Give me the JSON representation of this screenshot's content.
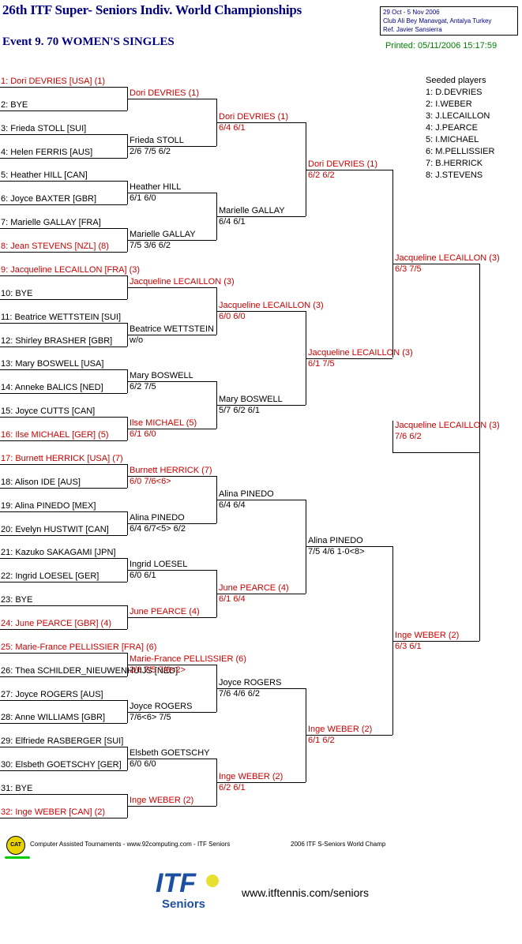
{
  "header": {
    "title": "26th ITF Super- Seniors Indiv. World Championships",
    "event": "Event 9. 70 WOMEN'S SINGLES",
    "info": [
      "29 Oct - 5 Nov 2006",
      "Club Ali Bey Manavgat, Antalya   Turkey",
      "Ref. Javier Sansierra"
    ],
    "printed": "Printed: 05/11/2006 15:17:59"
  },
  "seeded": {
    "title": "Seeded players",
    "players": [
      "1: D.DEVRIES",
      "2: I.WEBER",
      "3: J.LECAILLON",
      "4: J.PEARCE",
      "5: I.MICHAEL",
      "6: M.PELLISSIER",
      "7: B.HERRICK",
      "8: J.STEVENS"
    ]
  },
  "round1": [
    {
      "name": "1: Dori DEVRIES [USA] (1)",
      "seeded": true
    },
    {
      "name": "2: BYE",
      "seeded": false
    },
    {
      "name": "3: Frieda STOLL [SUI]",
      "seeded": false
    },
    {
      "name": "4: Helen FERRIS [AUS]",
      "seeded": false
    },
    {
      "name": "5: Heather HILL [CAN]",
      "seeded": false
    },
    {
      "name": "6: Joyce BAXTER [GBR]",
      "seeded": false
    },
    {
      "name": "7: Marielle GALLAY [FRA]",
      "seeded": false
    },
    {
      "name": "8: Jean STEVENS [NZL] (8)",
      "seeded": true
    },
    {
      "name": "9: Jacqueline LECAILLON [FRA] (3)",
      "seeded": true
    },
    {
      "name": "10: BYE",
      "seeded": false
    },
    {
      "name": "11: Beatrice WETTSTEIN [SUI]",
      "seeded": false
    },
    {
      "name": "12: Shirley BRASHER [GBR]",
      "seeded": false
    },
    {
      "name": "13: Mary BOSWELL [USA]",
      "seeded": false
    },
    {
      "name": "14: Anneke BALICS [NED]",
      "seeded": false
    },
    {
      "name": "15: Joyce CUTTS [CAN]",
      "seeded": false
    },
    {
      "name": "16: Ilse MICHAEL [GER] (5)",
      "seeded": true
    },
    {
      "name": "17: Burnett HERRICK [USA] (7)",
      "seeded": true
    },
    {
      "name": "18: Alison IDE [AUS]",
      "seeded": false
    },
    {
      "name": "19: Alina PINEDO [MEX]",
      "seeded": false
    },
    {
      "name": "20: Evelyn HUSTWIT [CAN]",
      "seeded": false
    },
    {
      "name": "21: Kazuko SAKAGAMI [JPN]",
      "seeded": false
    },
    {
      "name": "22: Ingrid LOESEL [GER]",
      "seeded": false
    },
    {
      "name": "23: BYE",
      "seeded": false
    },
    {
      "name": "24: June PEARCE [GBR] (4)",
      "seeded": true
    },
    {
      "name": "25: Marie-France PELLISSIER [FRA] (6)",
      "seeded": true
    },
    {
      "name": "26: Thea SCHILDER_NIEUWENHUIJS [NED]",
      "seeded": false
    },
    {
      "name": "27: Joyce ROGERS [AUS]",
      "seeded": false
    },
    {
      "name": "28: Anne WILLIAMS [GBR]",
      "seeded": false
    },
    {
      "name": "29: Elfriede RASBERGER [SUI]",
      "seeded": false
    },
    {
      "name": "30: Elsbeth GOETSCHY [GER]",
      "seeded": false
    },
    {
      "name": "31: BYE",
      "seeded": false
    },
    {
      "name": "32: Inge WEBER [CAN] (2)",
      "seeded": true
    }
  ],
  "round2": [
    {
      "name": "Dori DEVRIES (1)",
      "score": "",
      "seeded": true
    },
    {
      "name": "Frieda STOLL",
      "score": "2/6 7/5 6/2",
      "seeded": false
    },
    {
      "name": "Heather HILL",
      "score": "6/1 6/0",
      "seeded": false
    },
    {
      "name": "Marielle GALLAY",
      "score": "7/5 3/6 6/2",
      "seeded": false
    },
    {
      "name": "Jacqueline LECAILLON (3)",
      "score": "",
      "seeded": true
    },
    {
      "name": "Beatrice WETTSTEIN",
      "score": "w/o",
      "seeded": false
    },
    {
      "name": "Mary BOSWELL",
      "score": "6/2 7/5",
      "seeded": false
    },
    {
      "name": "Ilse MICHAEL (5)",
      "score": "6/1 6/0",
      "seeded": true
    },
    {
      "name": "Burnett HERRICK (7)",
      "score": "6/0 7/6<6>",
      "seeded": true
    },
    {
      "name": "Alina PINEDO",
      "score": "6/4 6/7<5> 6/2",
      "seeded": false
    },
    {
      "name": "Ingrid LOESEL",
      "score": "6/0 6/1",
      "seeded": false
    },
    {
      "name": "June PEARCE (4)",
      "score": "",
      "seeded": true
    },
    {
      "name": "Marie-France PELLISSIER (6)",
      "score": "2/6 7/5 7/6<2>",
      "seeded": true
    },
    {
      "name": "Joyce ROGERS",
      "score": "7/6<6> 7/5",
      "seeded": false
    },
    {
      "name": "Elsbeth GOETSCHY",
      "score": "6/0 6/0",
      "seeded": false
    },
    {
      "name": "Inge WEBER (2)",
      "score": "",
      "seeded": true
    }
  ],
  "round3": [
    {
      "name": "Dori DEVRIES (1)",
      "score": "6/4 6/1",
      "seeded": true
    },
    {
      "name": "Marielle GALLAY",
      "score": "6/4 6/1",
      "seeded": false
    },
    {
      "name": "Jacqueline LECAILLON (3)",
      "score": "6/0 6/0",
      "seeded": true
    },
    {
      "name": "Mary BOSWELL",
      "score": "5/7 6/2 6/1",
      "seeded": false
    },
    {
      "name": "Alina PINEDO",
      "score": "6/4 6/4",
      "seeded": false
    },
    {
      "name": "June PEARCE (4)",
      "score": "6/1 6/4",
      "seeded": true
    },
    {
      "name": "Joyce ROGERS",
      "score": "7/6 4/6 6/2",
      "seeded": false
    },
    {
      "name": "Inge WEBER (2)",
      "score": "6/2 6/1",
      "seeded": true
    }
  ],
  "round4": [
    {
      "name": "Dori DEVRIES (1)",
      "score": "6/2 6/2",
      "seeded": true
    },
    {
      "name": "Jacqueline LECAILLON (3)",
      "score": "6/1 7/5",
      "seeded": true
    },
    {
      "name": "Alina PINEDO",
      "score": "7/5 4/6 1-0<8>",
      "seeded": false
    },
    {
      "name": "Inge WEBER (2)",
      "score": "6/1 6/2",
      "seeded": true
    }
  ],
  "round5": [
    {
      "name": "Jacqueline LECAILLON (3)",
      "score": "6/3 7/5",
      "seeded": true
    },
    {
      "name": "Inge WEBER (2)",
      "score": "6/3 6/1",
      "seeded": true
    }
  ],
  "final": {
    "name": "Jacqueline LECAILLON (3)",
    "score": "7/6 6/2",
    "seeded": true
  },
  "footer": {
    "cat_badge": "CAT",
    "credits": "Computer Assisted Tournaments - www.92computing.com -   ITF Seniors",
    "event_short": "2006 ITF S-Seniors World Champ",
    "logo_text": "ITF",
    "logo_sub": "Seniors",
    "url": "www.itftennis.com/seniors",
    "colors": {
      "logo_blue": "#1c4fa0",
      "ball_yellow": "#e8e030",
      "seed_red": "#cc0000",
      "title_navy": "#000080"
    }
  }
}
